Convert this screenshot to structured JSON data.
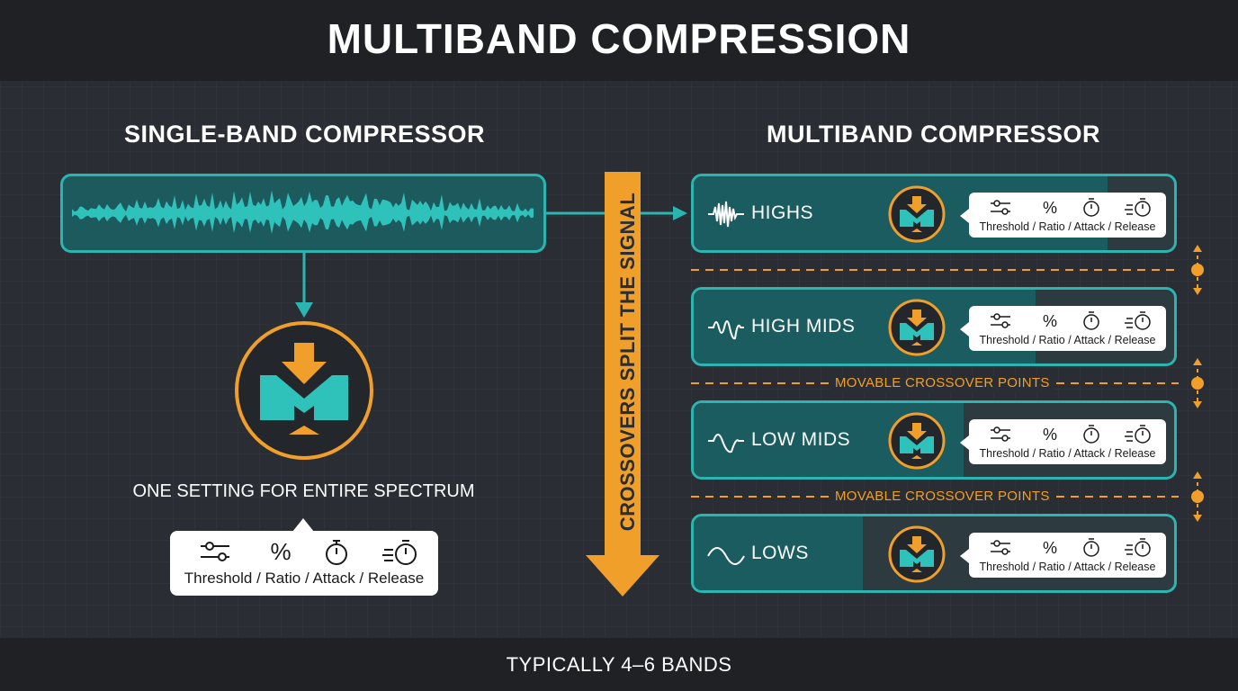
{
  "title": "MULTIBAND COMPRESSION",
  "footer": "TYPICALLY 4–6 BANDS",
  "single_band": {
    "heading": "SINGLE-BAND COMPRESSOR",
    "caption": "ONE SETTING FOR ENTIRE SPECTRUM",
    "settings_label": "Threshold / Ratio / Attack / Release",
    "icons": [
      "sliders-icon",
      "percent-icon",
      "stopwatch-icon",
      "fast-stopwatch-icon"
    ]
  },
  "multiband": {
    "heading": "MULTIBAND COMPRESSOR",
    "split_label": "CROSSOVERS SPLIT THE SIGNAL",
    "crossover_label": "MOVABLE CROSSOVER POINTS",
    "bands": [
      {
        "name": "HIGHS",
        "settings_label": "Threshold / Ratio / Attack / Release",
        "icon": "high-frequency-wave-icon"
      },
      {
        "name": "HIGH MIDS",
        "settings_label": "Threshold / Ratio / Attack / Release",
        "icon": "high-mid-wave-icon"
      },
      {
        "name": "LOW MIDS",
        "settings_label": "Threshold / Ratio / Attack / Release",
        "icon": "low-mid-wave-icon"
      },
      {
        "name": "LOWS",
        "settings_label": "Threshold / Ratio / Attack / Release",
        "icon": "low-frequency-wave-icon"
      }
    ]
  },
  "colors": {
    "teal": "#2bb5b0",
    "orange": "#f0a02a",
    "background": "#2a2d33",
    "bar": "#1f2125"
  }
}
